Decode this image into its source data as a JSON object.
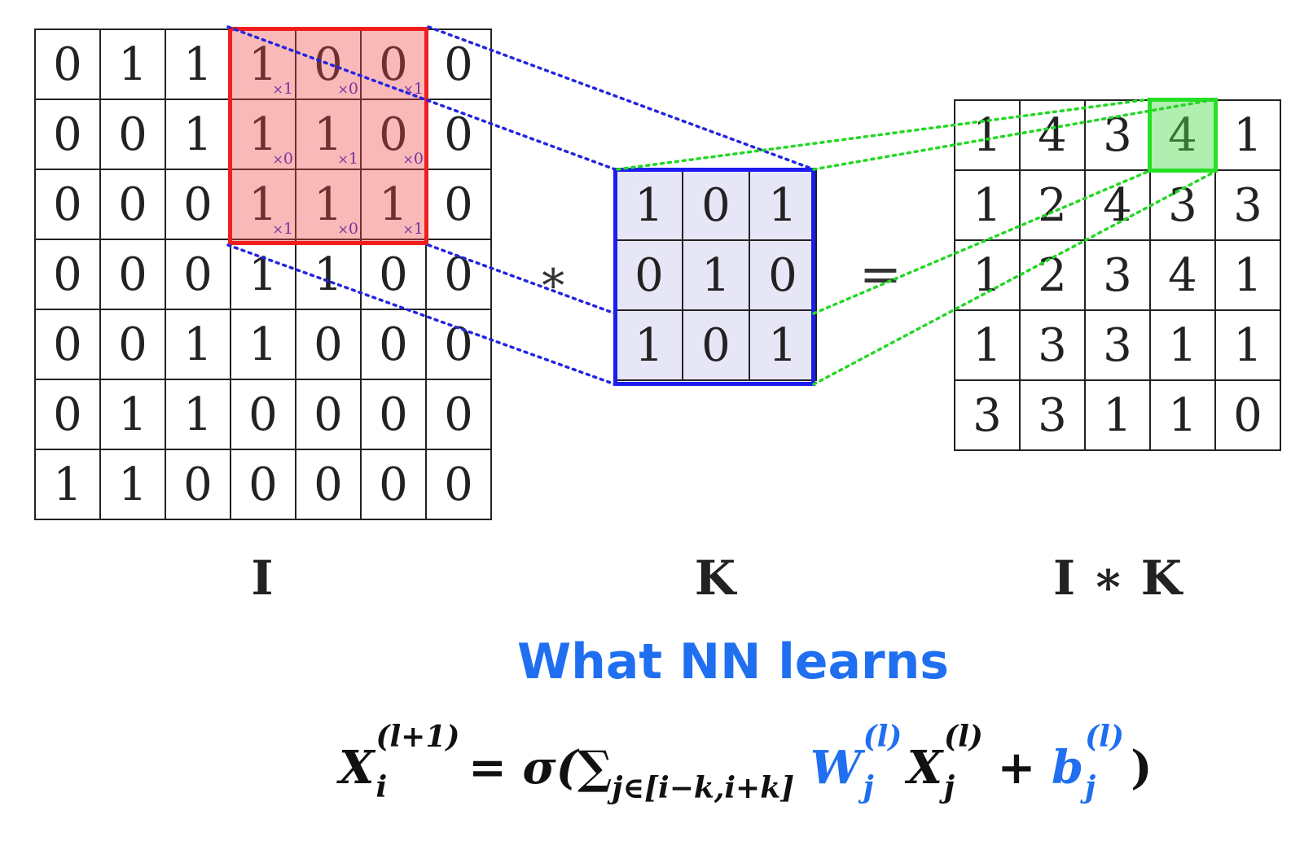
{
  "grid_I": {
    "rows": [
      [
        "0",
        "1",
        "1",
        "1",
        "0",
        "0",
        "0"
      ],
      [
        "0",
        "0",
        "1",
        "1",
        "1",
        "0",
        "0"
      ],
      [
        "0",
        "0",
        "0",
        "1",
        "1",
        "1",
        "0"
      ],
      [
        "0",
        "0",
        "0",
        "1",
        "1",
        "0",
        "0"
      ],
      [
        "0",
        "0",
        "1",
        "1",
        "0",
        "0",
        "0"
      ],
      [
        "0",
        "1",
        "1",
        "0",
        "0",
        "0",
        "0"
      ],
      [
        "1",
        "1",
        "0",
        "0",
        "0",
        "0",
        "0"
      ]
    ],
    "label": "I",
    "highlight_color": "#f01e1e"
  },
  "overlay_multipliers": {
    "prefix": "×",
    "values": [
      [
        "1",
        "0",
        "1"
      ],
      [
        "0",
        "1",
        "0"
      ],
      [
        "1",
        "0",
        "1"
      ]
    ]
  },
  "grid_K": {
    "rows": [
      [
        "1",
        "0",
        "1"
      ],
      [
        "0",
        "1",
        "0"
      ],
      [
        "1",
        "0",
        "1"
      ]
    ],
    "label": "K",
    "border_color": "#1c1cf0"
  },
  "grid_IK": {
    "rows": [
      [
        "1",
        "4",
        "3",
        "4",
        "1"
      ],
      [
        "1",
        "2",
        "4",
        "3",
        "3"
      ],
      [
        "1",
        "2",
        "3",
        "4",
        "1"
      ],
      [
        "1",
        "3",
        "3",
        "1",
        "1"
      ],
      [
        "3",
        "3",
        "1",
        "1",
        "0"
      ]
    ],
    "label": "I ∗ K",
    "highlight_color": "#25e025"
  },
  "operators": {
    "convolve": "∗",
    "equals": "="
  },
  "caption": "What NN learns",
  "formula": {
    "lhs": "X",
    "lhs_sub": "i",
    "lhs_sup": "(l+1)",
    "eq": " = ",
    "sigma_open": "σ(",
    "sum": "∑",
    "sum_sub": "j∈[i−k,i+k]",
    "w": "W",
    "w_sub": "j",
    "w_sup": "(l)",
    "x": "X",
    "x_sub": "j",
    "x_sup": "(l)",
    "plus": " + ",
    "b": "b",
    "b_sub": "j",
    "b_sup": "(l)",
    "close": ")"
  },
  "colors": {
    "accent_blue": "#1f6ff0",
    "connector_blue": "#2424e0",
    "connector_green": "#22d822"
  }
}
